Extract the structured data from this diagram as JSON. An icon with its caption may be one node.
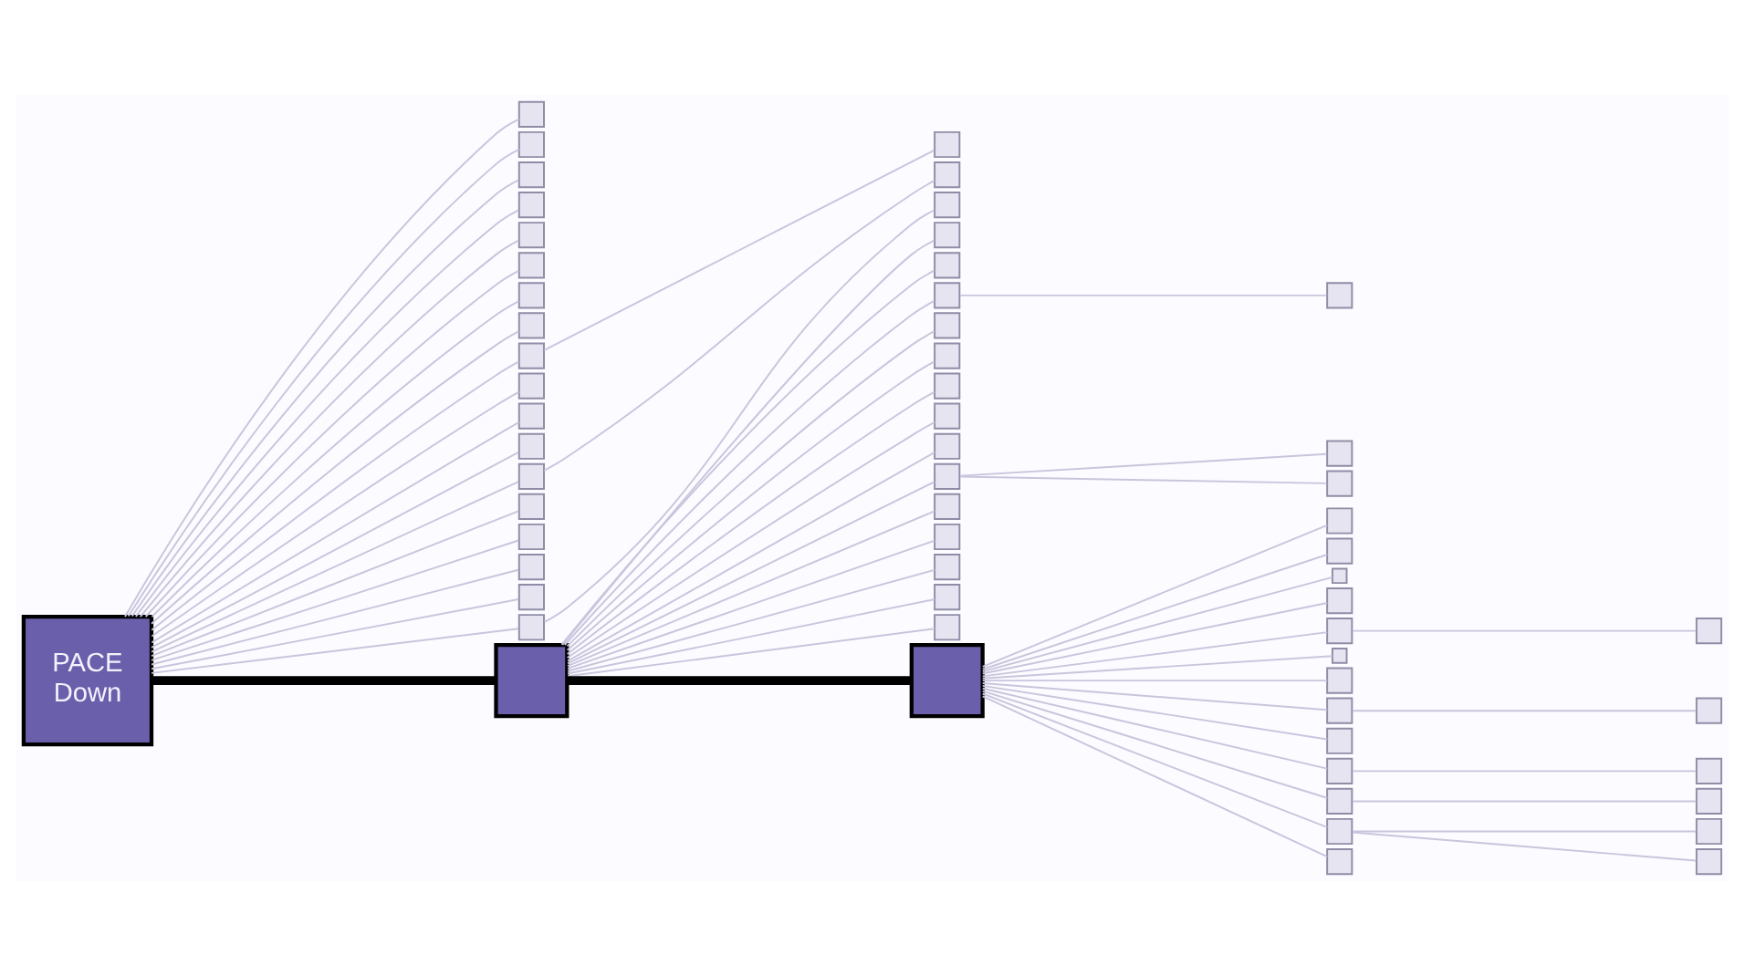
{
  "diagram": {
    "nodes": [
      {
        "text": [
          "PACE Down"
        ]
      },
      {
        "text": [],
        "shape": "box"
      },
      {
        "text": [],
        "shape": "box"
      },
      {
        "text": [],
        "shape": "box"
      },
      {
        "text": [],
        "shape": "box"
      },
      {
        "text": [],
        "shape": "box"
      },
      {
        "text": [],
        "shape": "box"
      },
      {
        "text": [],
        "shape": "box"
      },
      {
        "text": [],
        "shape": "box"
      },
      {
        "text": [],
        "shape": "box"
      },
      {
        "text": [],
        "shape": "box"
      },
      {
        "text": [],
        "shape": "box"
      },
      {
        "text": [],
        "shape": "box"
      },
      {
        "text": [],
        "shape": "box"
      },
      {
        "text": [],
        "shape": "box"
      },
      {
        "text": [],
        "shape": "box"
      },
      {
        "text": [],
        "shape": "box"
      },
      {
        "text": [],
        "shape": "box"
      },
      {
        "text": [],
        "shape": "box"
      },
      {
        "text": [],
        "shape": "box"
      },
      {
        "text": [],
        "shape": "box"
      },
      {
        "text": [],
        "shape": "box"
      },
      {
        "text": [],
        "shape": "box"
      },
      {
        "text": [],
        "shape": "box"
      },
      {
        "text": [],
        "shape": "box"
      },
      {
        "text": [],
        "shape": "box"
      },
      {
        "text": [],
        "shape": "box"
      },
      {
        "text": [],
        "shape": "box"
      },
      {
        "text": [],
        "shape": "box"
      },
      {
        "text": [],
        "shape": "box"
      },
      {
        "text": [],
        "shape": "box"
      },
      {
        "text": [],
        "shape": "box"
      },
      {
        "text": [],
        "shape": "box"
      },
      {
        "text": [],
        "shape": "box"
      },
      {
        "text": [],
        "shape": "box"
      },
      {
        "text": [],
        "shape": "box"
      },
      {
        "text": [],
        "shape": "box"
      },
      {
        "text": [],
        "shape": "box"
      },
      {
        "text": [],
        "shape": "box"
      },
      {
        "text": [],
        "shape": "box"
      },
      {
        "text": [],
        "shape": "box"
      },
      {
        "text": [],
        "shape": "box"
      },
      {
        "text": [],
        "shape": "box"
      },
      {
        "text": [],
        "shape": "box"
      },
      {
        "text": [],
        "shape": "box"
      },
      {
        "text": [],
        "shape": "box"
      },
      {
        "text": [],
        "shape": "box"
      },
      {
        "text": [],
        "shape": "box"
      },
      {
        "text": [],
        "shape": "box"
      },
      {
        "text": [],
        "shape": "box"
      },
      {
        "text": [],
        "shape": "box"
      },
      {
        "text": [],
        "shape": "box"
      },
      {
        "text": [],
        "shape": "box"
      },
      {
        "text": [],
        "shape": "box"
      },
      {
        "text": [],
        "shape": "box"
      },
      {
        "text": [],
        "shape": "box"
      },
      {
        "text": [],
        "shape": "box"
      },
      {
        "text": [],
        "shape": "box"
      },
      {
        "text": [],
        "shape": "box"
      },
      {
        "text": [],
        "shape": "box"
      }
    ],
    "edges": [
      {
        "from": 0,
        "to": 22,
        "arrow": "none",
        "style": "thick",
        "color": "#000000"
      },
      {
        "from": 22,
        "to": 40,
        "arrow": "none",
        "style": "thick",
        "color": "#000000"
      },
      {
        "from": 0,
        "to": 1,
        "arrow": "none"
      },
      {
        "from": 0,
        "to": 2,
        "arrow": "none"
      },
      {
        "from": 0,
        "to": 3,
        "arrow": "none"
      },
      {
        "from": 0,
        "to": 4,
        "arrow": "none"
      },
      {
        "from": 0,
        "to": 5,
        "arrow": "none"
      },
      {
        "from": 0,
        "to": 6,
        "arrow": "none"
      },
      {
        "from": 0,
        "to": 7,
        "arrow": "none"
      },
      {
        "from": 0,
        "to": 8,
        "arrow": "none"
      },
      {
        "from": 0,
        "to": 9,
        "arrow": "none"
      },
      {
        "from": 0,
        "to": 10,
        "arrow": "none"
      },
      {
        "from": 9,
        "to": 11,
        "arrow": "none"
      },
      {
        "from": 0,
        "to": 12,
        "arrow": "none"
      },
      {
        "from": 0,
        "to": 13,
        "arrow": "none"
      },
      {
        "from": 0,
        "to": 14,
        "arrow": "none"
      },
      {
        "from": 14,
        "to": 15,
        "arrow": "none"
      },
      {
        "from": 0,
        "to": 16,
        "arrow": "none"
      },
      {
        "from": 0,
        "to": 17,
        "arrow": "none"
      },
      {
        "from": 0,
        "to": 18,
        "arrow": "none"
      },
      {
        "from": 0,
        "to": 19,
        "arrow": "none"
      },
      {
        "from": 0,
        "to": 20,
        "arrow": "none"
      },
      {
        "from": 20,
        "to": 21,
        "arrow": "none"
      },
      {
        "from": 22,
        "to": 23,
        "arrow": "none"
      },
      {
        "from": 22,
        "to": 24,
        "arrow": "none"
      },
      {
        "from": 22,
        "to": 25,
        "arrow": "none"
      },
      {
        "from": 25,
        "to": 26,
        "arrow": "none"
      },
      {
        "from": 22,
        "to": 27,
        "arrow": "none"
      },
      {
        "from": 22,
        "to": 28,
        "arrow": "none"
      },
      {
        "from": 22,
        "to": 29,
        "arrow": "none"
      },
      {
        "from": 22,
        "to": 30,
        "arrow": "none"
      },
      {
        "from": 22,
        "to": 31,
        "arrow": "none"
      },
      {
        "from": 22,
        "to": 32,
        "arrow": "none"
      },
      {
        "from": 22,
        "to": 33,
        "arrow": "none"
      },
      {
        "from": 32,
        "to": 34,
        "arrow": "none"
      },
      {
        "from": 32,
        "to": 35,
        "arrow": "none"
      },
      {
        "from": 22,
        "to": 36,
        "arrow": "none"
      },
      {
        "from": 22,
        "to": 37,
        "arrow": "none"
      },
      {
        "from": 22,
        "to": 38,
        "arrow": "none"
      },
      {
        "from": 22,
        "to": 39,
        "arrow": "none"
      },
      {
        "from": 40,
        "to": 41,
        "arrow": "none"
      },
      {
        "from": 40,
        "to": 42,
        "arrow": "none"
      },
      {
        "from": 40,
        "to": 43,
        "arrow": "none"
      },
      {
        "from": 40,
        "to": 44,
        "arrow": "none"
      },
      {
        "from": 40,
        "to": 45,
        "arrow": "none"
      },
      {
        "from": 45,
        "to": 46,
        "arrow": "none"
      },
      {
        "from": 50,
        "to": 47,
        "arrow": "none"
      },
      {
        "from": 40,
        "to": 48,
        "arrow": "none"
      },
      {
        "from": 40,
        "to": 49,
        "arrow": "none"
      },
      {
        "from": 40,
        "to": 50,
        "arrow": "none"
      },
      {
        "from": 40,
        "to": 51,
        "arrow": "none"
      },
      {
        "from": 40,
        "to": 52,
        "arrow": "none"
      },
      {
        "from": 40,
        "to": 53,
        "arrow": "none"
      },
      {
        "from": 52,
        "to": 54,
        "arrow": "none"
      },
      {
        "from": 40,
        "to": 55,
        "arrow": "none"
      },
      {
        "from": 53,
        "to": 56,
        "arrow": "none"
      },
      {
        "from": 55,
        "to": 57,
        "arrow": "none"
      },
      {
        "from": 55,
        "to": 58,
        "arrow": "none"
      },
      {
        "from": 40,
        "to": 59,
        "arrow": "none"
      }
    ]
  }
}
